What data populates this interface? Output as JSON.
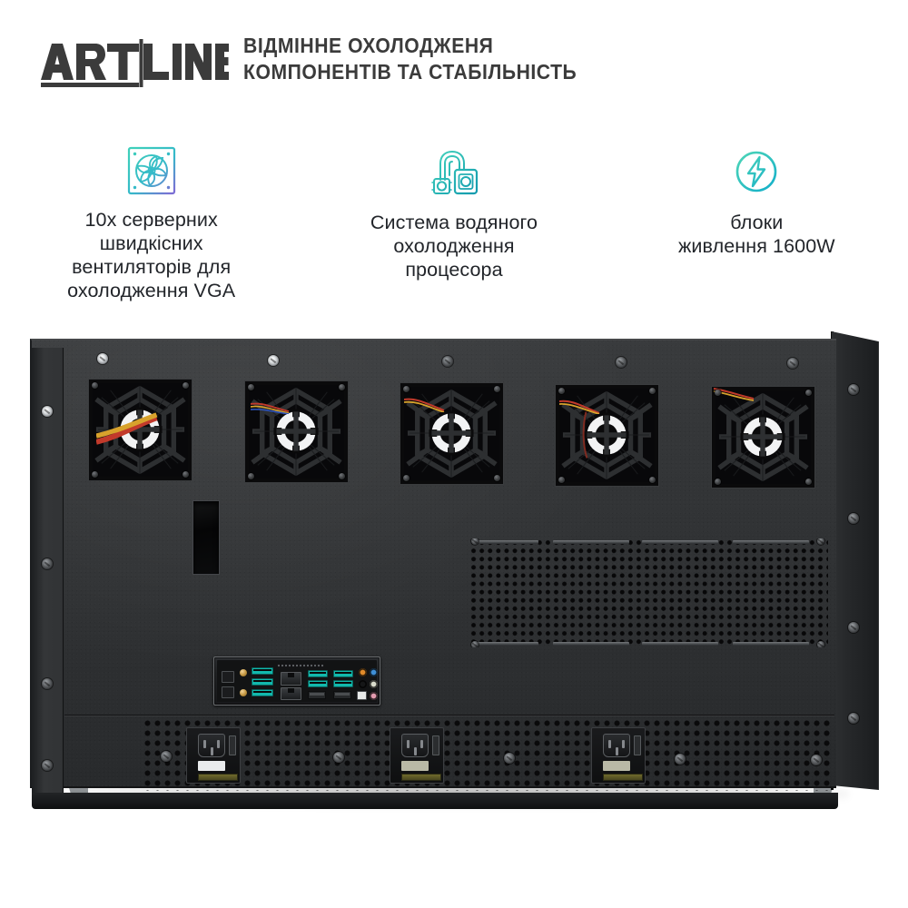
{
  "header": {
    "brand": "ARTLINE",
    "title_line1": "ВІДМІННЕ ОХОЛОДЖЕНЯ",
    "title_line2": "КОМПОНЕНТІВ ТА СТАБІЛЬНІСТЬ",
    "brand_color": "#3b3b3b",
    "title_color": "#3b3b3b"
  },
  "features": [
    {
      "icon": "fan-icon",
      "label": "10x серверних\nшвидкісних\nвентиляторів для\nохолодження VGA",
      "icon_color_start": "#3ecfbb",
      "icon_color_end": "#7b6fd4"
    },
    {
      "icon": "liquid-cooling-icon",
      "label": "Система водяного\nохолодження\nпроцесора",
      "icon_color_start": "#3ecfbb",
      "icon_color_end": "#1a9ba8"
    },
    {
      "icon": "lightning-bolt-icon",
      "label": "блоки\nживлення 1600W",
      "icon_color_start": "#4fd6b6",
      "icon_color_end": "#12aeca"
    }
  ],
  "product": {
    "name": "server-chassis-rear-view",
    "fan_count": 5,
    "psu_socket_count": 3,
    "chassis_color": "#2e3032"
  }
}
